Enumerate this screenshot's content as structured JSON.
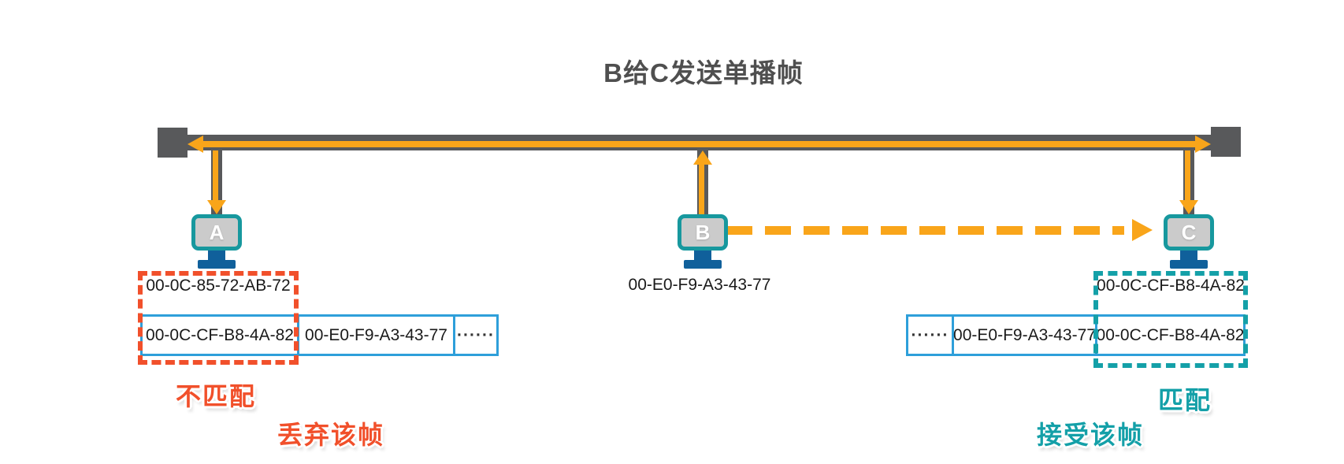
{
  "title": "B给C发送单播帧",
  "computers": [
    {
      "name": "A",
      "mac": "00-0C-85-72-AB-72"
    },
    {
      "name": "B",
      "mac": "00-E0-F9-A3-43-77"
    },
    {
      "name": "C",
      "mac": "00-0C-CF-B8-4A-82"
    }
  ],
  "frames": {
    "left": {
      "cells": [
        "00-0C-CF-B8-4A-82",
        "00-E0-F9-A3-43-77",
        "······"
      ]
    },
    "right": {
      "cells": [
        "······",
        "00-E0-F9-A3-43-77",
        "00-0C-CF-B8-4A-82"
      ]
    }
  },
  "annotations": {
    "mismatch": "不匹配",
    "discard": "丢弃该帧",
    "match": "匹配",
    "accept": "接受该帧"
  },
  "colors": {
    "bus_gray": "#58595B",
    "signal_orange": "#F9A51A",
    "monitor_teal": "#17989E",
    "stand_blue": "#10609B",
    "frame_border_blue": "#2E9FDA",
    "mismatch_red": "#F1502B",
    "match_teal": "#14A0A8",
    "title_gray": "#4F4F4F"
  }
}
